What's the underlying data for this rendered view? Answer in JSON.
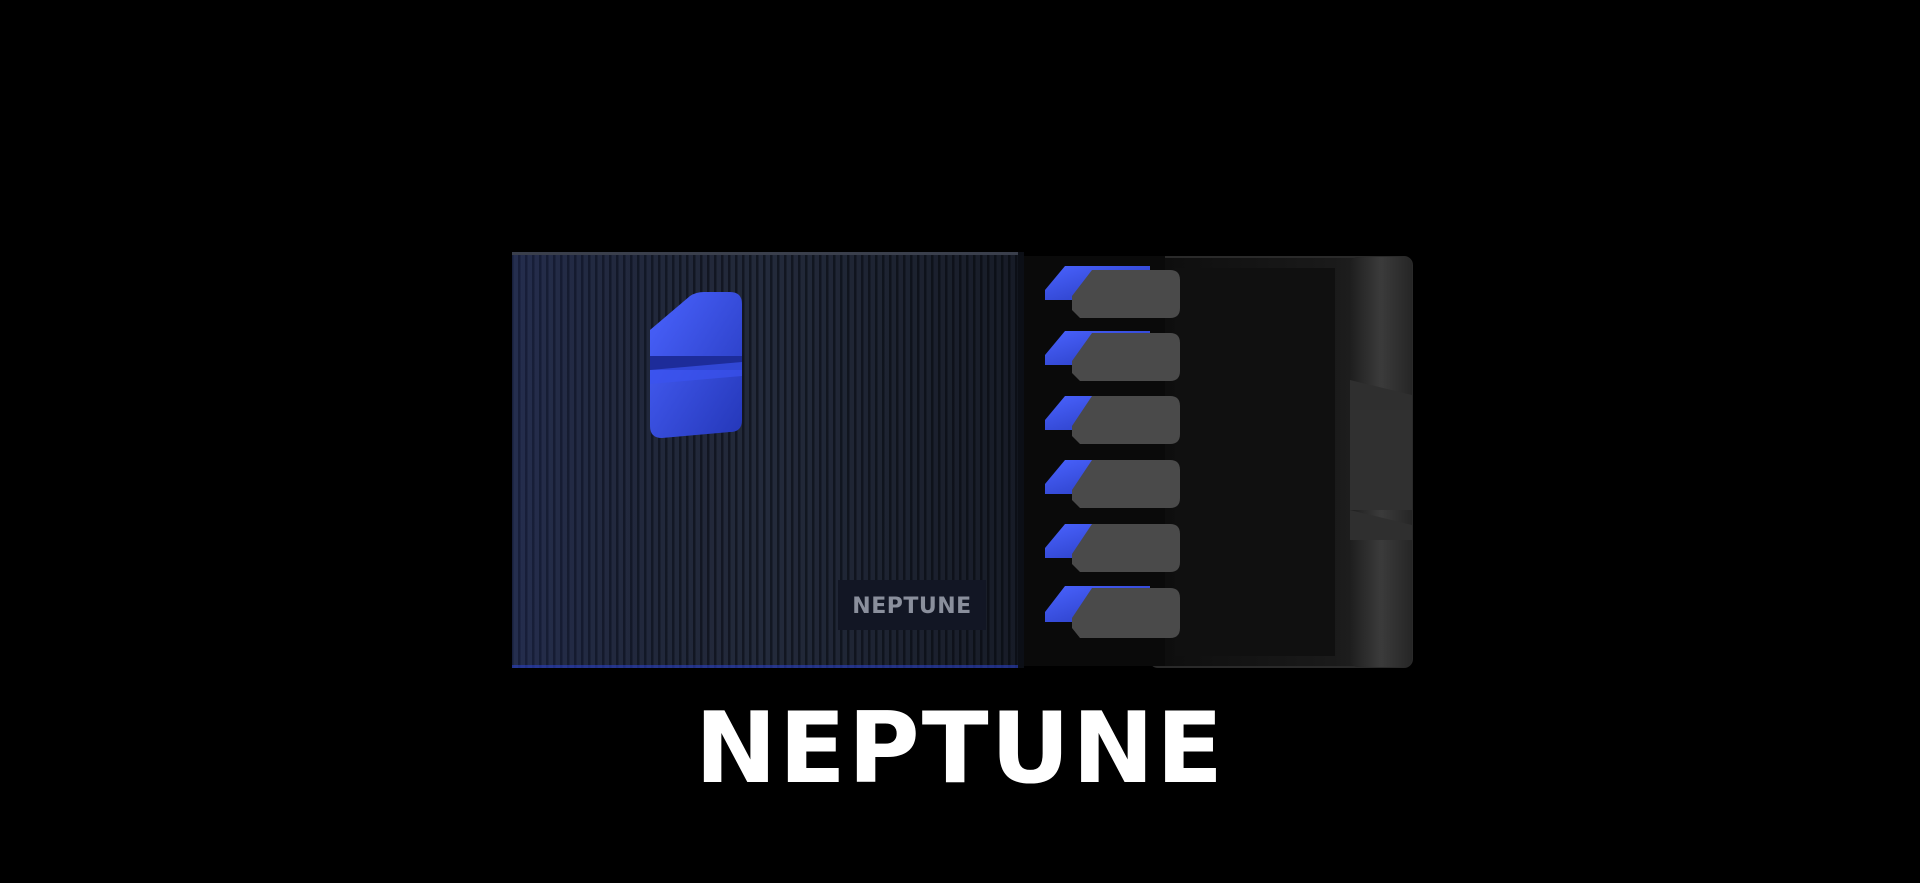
{
  "product": {
    "brand_label": "NEPTUNE",
    "accent_color": "#2f4be0",
    "body_color": "#1c2333",
    "tray_color": "#141414",
    "clip_count": 6
  },
  "caption": {
    "title": "NEPTUNE",
    "color": "#ffffff"
  }
}
